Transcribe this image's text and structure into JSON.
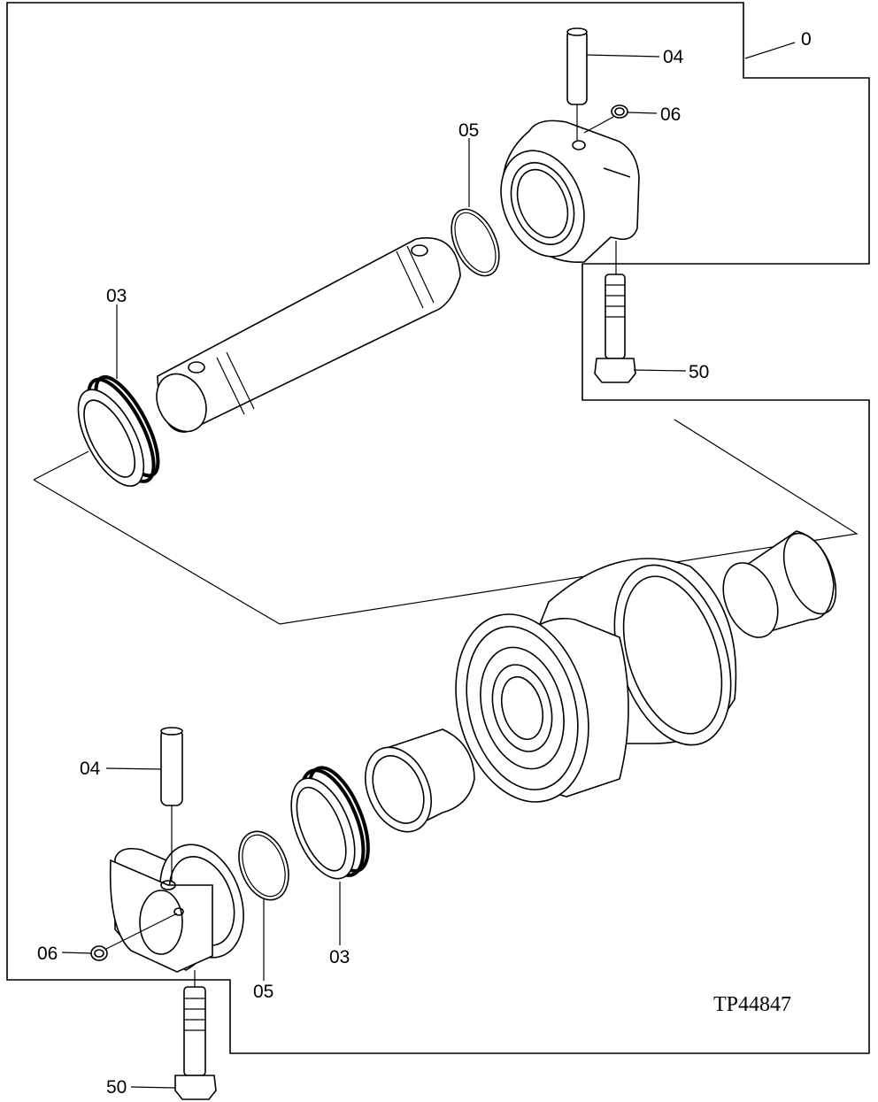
{
  "diagram": {
    "drawing_code": "TP44847",
    "callouts": {
      "assembly": "0",
      "pin_top": "04",
      "plug_top": "06",
      "oring_top": "05",
      "seal_top": "03",
      "bolt_top": "50",
      "pin_bottom": "04",
      "plug_bottom": "06",
      "oring_bottom": "05",
      "seal_bottom": "03",
      "bolt_bottom": "50"
    }
  }
}
